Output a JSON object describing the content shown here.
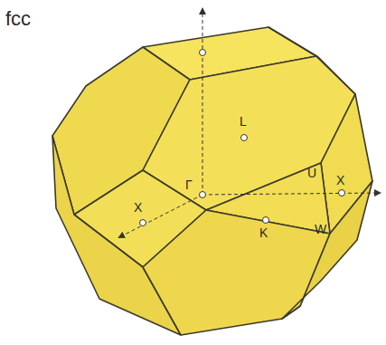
{
  "diagram": {
    "labels": [
      "fcc",
      "L",
      "Γ",
      "U",
      "X",
      "X",
      "K",
      "W"
    ]
  }
}
